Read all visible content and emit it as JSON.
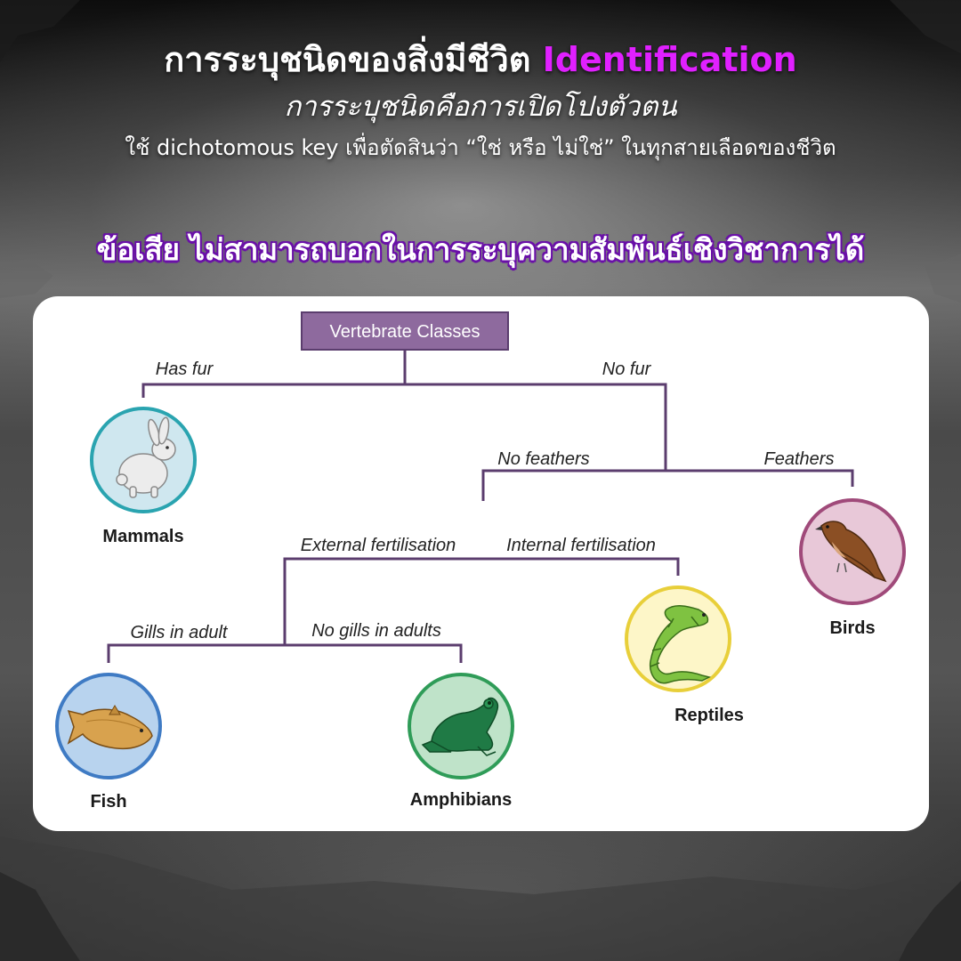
{
  "header": {
    "title_thai": "การระบุชนิดของสิ่งมีชีวิต",
    "title_highlight": "Identification",
    "subtitle": "การระบุชนิดคือการเปิดโปงตัวตน",
    "description": "ใช้ dichotomous key เพื่อตัดสินว่า “ใช่ หรือ ไม่ใช่” ในทุกสายเลือดของชีวิต",
    "disadvantage": "ข้อเสีย ไม่สามารถบอกในการระบุความสัมพันธ์เชิงวิชาการได้"
  },
  "diagram": {
    "root": "Vertebrate Classes",
    "branches": {
      "has_fur": "Has fur",
      "no_fur": "No fur",
      "no_feathers": "No feathers",
      "feathers": "Feathers",
      "external_fertilisation": "External fertilisation",
      "internal_fertilisation": "Internal fertilisation",
      "gills_in_adult": "Gills in adult",
      "no_gills_in_adults": "No gills in adults"
    },
    "classes": {
      "mammals": "Mammals",
      "birds": "Birds",
      "reptiles": "Reptiles",
      "fish": "Fish",
      "amphibians": "Amphibians"
    },
    "colors": {
      "line": "#5b3d6e",
      "root_fill": "#8e6a9e",
      "mammals_ring": "#2aa4b0",
      "mammals_fill": "#cfe7ef",
      "birds_ring": "#a04a7a",
      "birds_fill": "#e8c8d8",
      "reptiles_ring": "#e8cf3a",
      "reptiles_fill": "#fdf6c8",
      "fish_ring": "#3f7bc4",
      "fish_fill": "#b8d3ee",
      "amphibians_ring": "#2f9c58",
      "amphibians_fill": "#bfe3c9",
      "title_highlight": "#e020ff",
      "disadvantage_outline": "#6a10a8"
    }
  }
}
